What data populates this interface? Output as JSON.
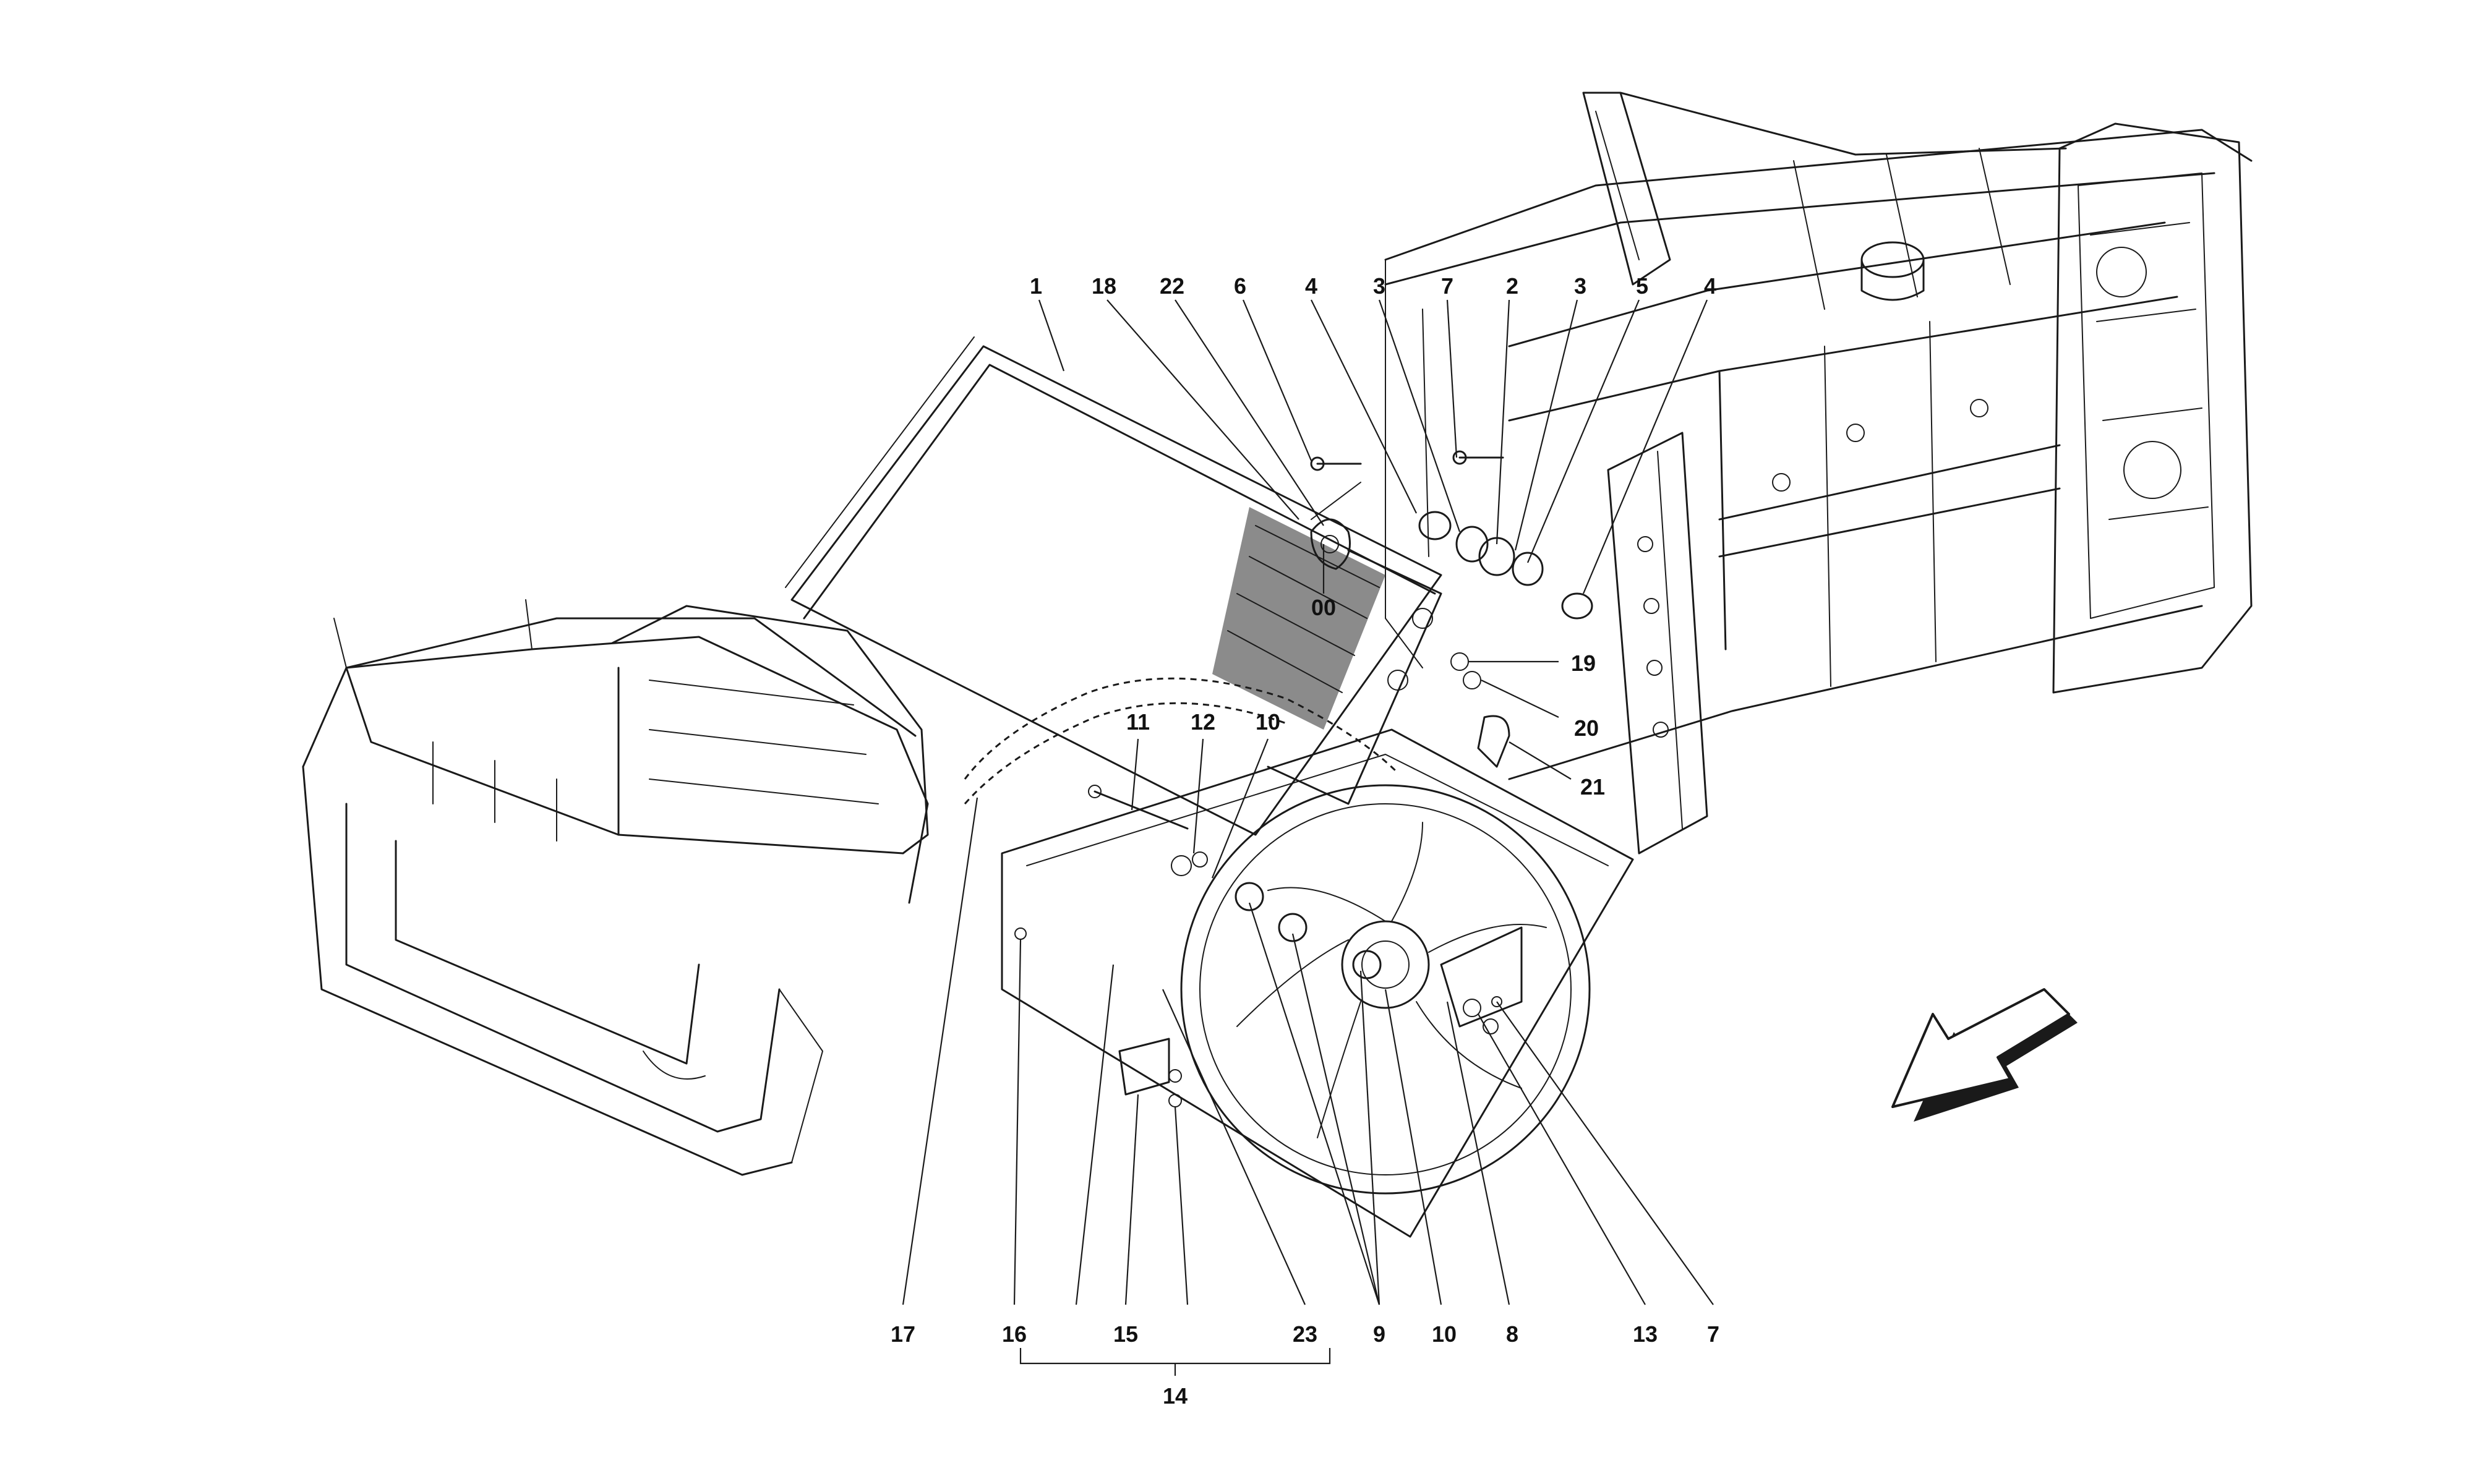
{
  "callouts": {
    "c1": "1",
    "c18": "18",
    "c22": "22",
    "c6": "6",
    "c4a": "4",
    "c3a": "3",
    "c7a": "7",
    "c2": "2",
    "c3b": "3",
    "c5": "5",
    "c4b": "4",
    "c00": "00",
    "c19": "19",
    "c20": "20",
    "c21": "21",
    "c11": "11",
    "c12": "12",
    "c10a": "10",
    "c17": "17",
    "c16": "16",
    "c15": "15",
    "c23": "23",
    "c9": "9",
    "c10b": "10",
    "c8": "8",
    "c13": "13",
    "c7b": "7",
    "c14": "14"
  },
  "direction_arrow": {
    "icon": "front-direction-arrow-icon"
  },
  "colors": {
    "ink": "#1a1a1a",
    "paper": "#ffffff"
  }
}
